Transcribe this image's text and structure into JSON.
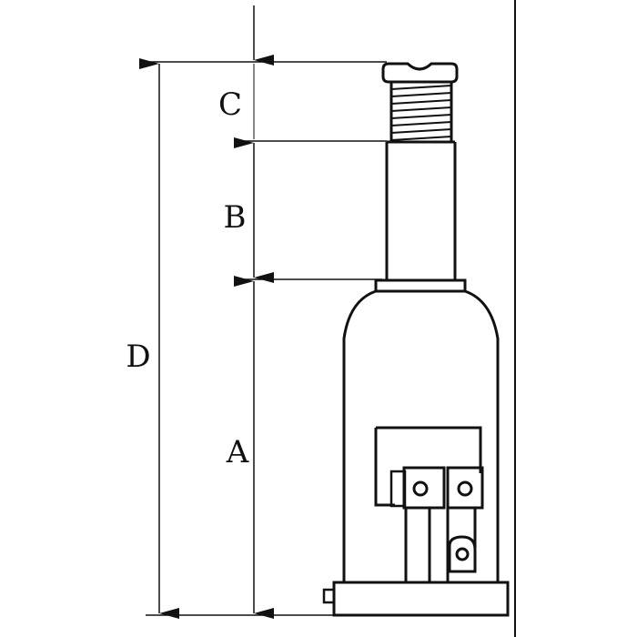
{
  "diagram": {
    "labels": {
      "c": "C",
      "b": "B",
      "a": "A",
      "d": "D"
    },
    "colors": {
      "stroke": "#111111",
      "background": "#ffffff"
    }
  }
}
